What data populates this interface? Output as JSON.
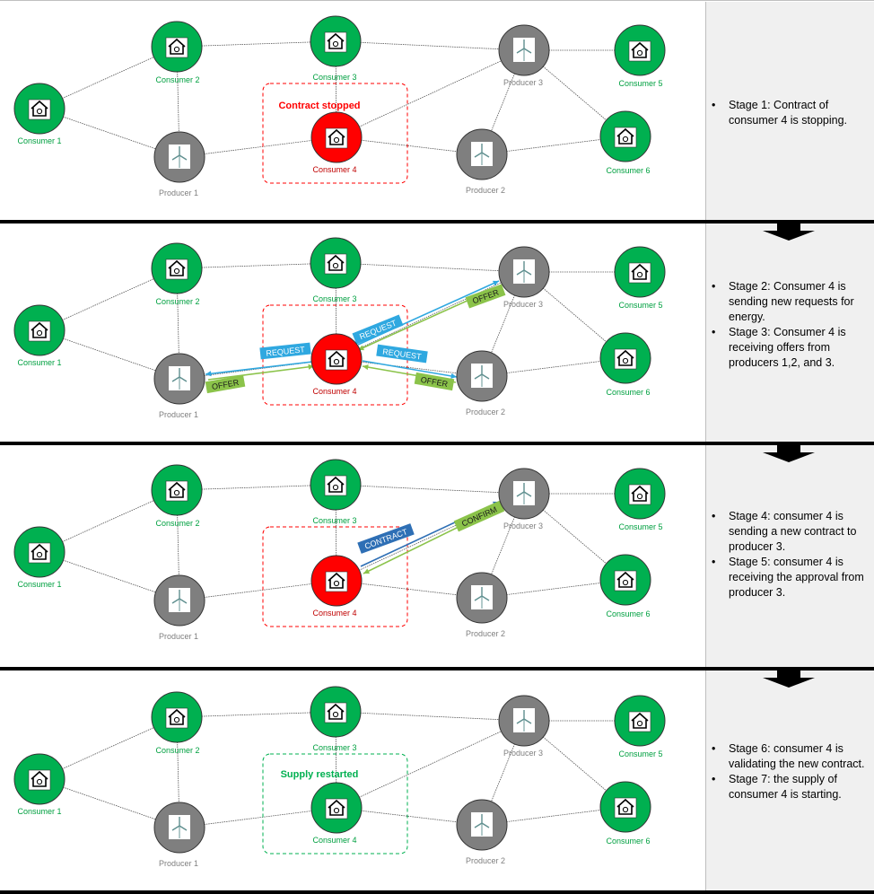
{
  "colors": {
    "consumer": "#00b050",
    "producer": "#7f7f7f",
    "stopped": "#ff0000",
    "restarted": "#00b050",
    "request": "#2fa8e0",
    "offer": "#8bc34a",
    "contract": "#2e6fb5",
    "confirm": "#8bc34a"
  },
  "nodes": {
    "c1": {
      "label": "Consumer 1",
      "kind": "consumer"
    },
    "c2": {
      "label": "Consumer 2",
      "kind": "consumer"
    },
    "c3": {
      "label": "Consumer 3",
      "kind": "consumer"
    },
    "c4": {
      "label": "Consumer 4",
      "kind": "consumer"
    },
    "c5": {
      "label": "Consumer 5",
      "kind": "consumer"
    },
    "c6": {
      "label": "Consumer 6",
      "kind": "consumer"
    },
    "p1": {
      "label": "Producer 1",
      "kind": "producer"
    },
    "p2": {
      "label": "Producer 2",
      "kind": "producer"
    },
    "p3": {
      "label": "Producer 3",
      "kind": "producer"
    }
  },
  "edges": [
    [
      "c1",
      "c2"
    ],
    [
      "c1",
      "p1"
    ],
    [
      "c2",
      "c3"
    ],
    [
      "c2",
      "p1"
    ],
    [
      "c3",
      "p3"
    ],
    [
      "c3",
      "c4"
    ],
    [
      "p1",
      "c4"
    ],
    [
      "c4",
      "p3"
    ],
    [
      "c4",
      "p2"
    ],
    [
      "p3",
      "c5"
    ],
    [
      "p3",
      "p2"
    ],
    [
      "p3",
      "c6"
    ],
    [
      "p2",
      "c6"
    ]
  ],
  "stages": [
    {
      "c4_state": "stopped",
      "box_label": "Contract stopped",
      "box_style": "stopped",
      "text": [
        "Stage 1: Contract of consumer 4 is stopping."
      ]
    },
    {
      "c4_state": "stopped",
      "box_label": "",
      "box_style": "stopped",
      "tags": [
        {
          "text": "REQUEST",
          "kind": "request"
        },
        {
          "text": "OFFER",
          "kind": "offer"
        },
        {
          "text": "REQUEST",
          "kind": "request"
        },
        {
          "text": "OFFER",
          "kind": "offer"
        },
        {
          "text": "REQUEST",
          "kind": "request"
        },
        {
          "text": "OFFER",
          "kind": "offer"
        }
      ],
      "text": [
        "Stage 2: Consumer 4 is sending new requests for energy.",
        "Stage 3: Consumer 4 is receiving offers from producers 1,2, and 3."
      ]
    },
    {
      "c4_state": "stopped",
      "box_label": "",
      "box_style": "stopped",
      "tags": [
        {
          "text": "CONTRACT",
          "kind": "contract"
        },
        {
          "text": "CONFIRM",
          "kind": "confirm"
        }
      ],
      "text": [
        "Stage 4: consumer 4 is sending a new contract to producer 3.",
        "Stage 5: consumer 4 is receiving the approval from producer 3."
      ]
    },
    {
      "c4_state": "normal",
      "box_label": "Supply restarted",
      "box_style": "restarted",
      "text": [
        "Stage 6: consumer 4 is validating the new contract.",
        "Stage 7: the supply of consumer 4 is starting."
      ]
    }
  ]
}
